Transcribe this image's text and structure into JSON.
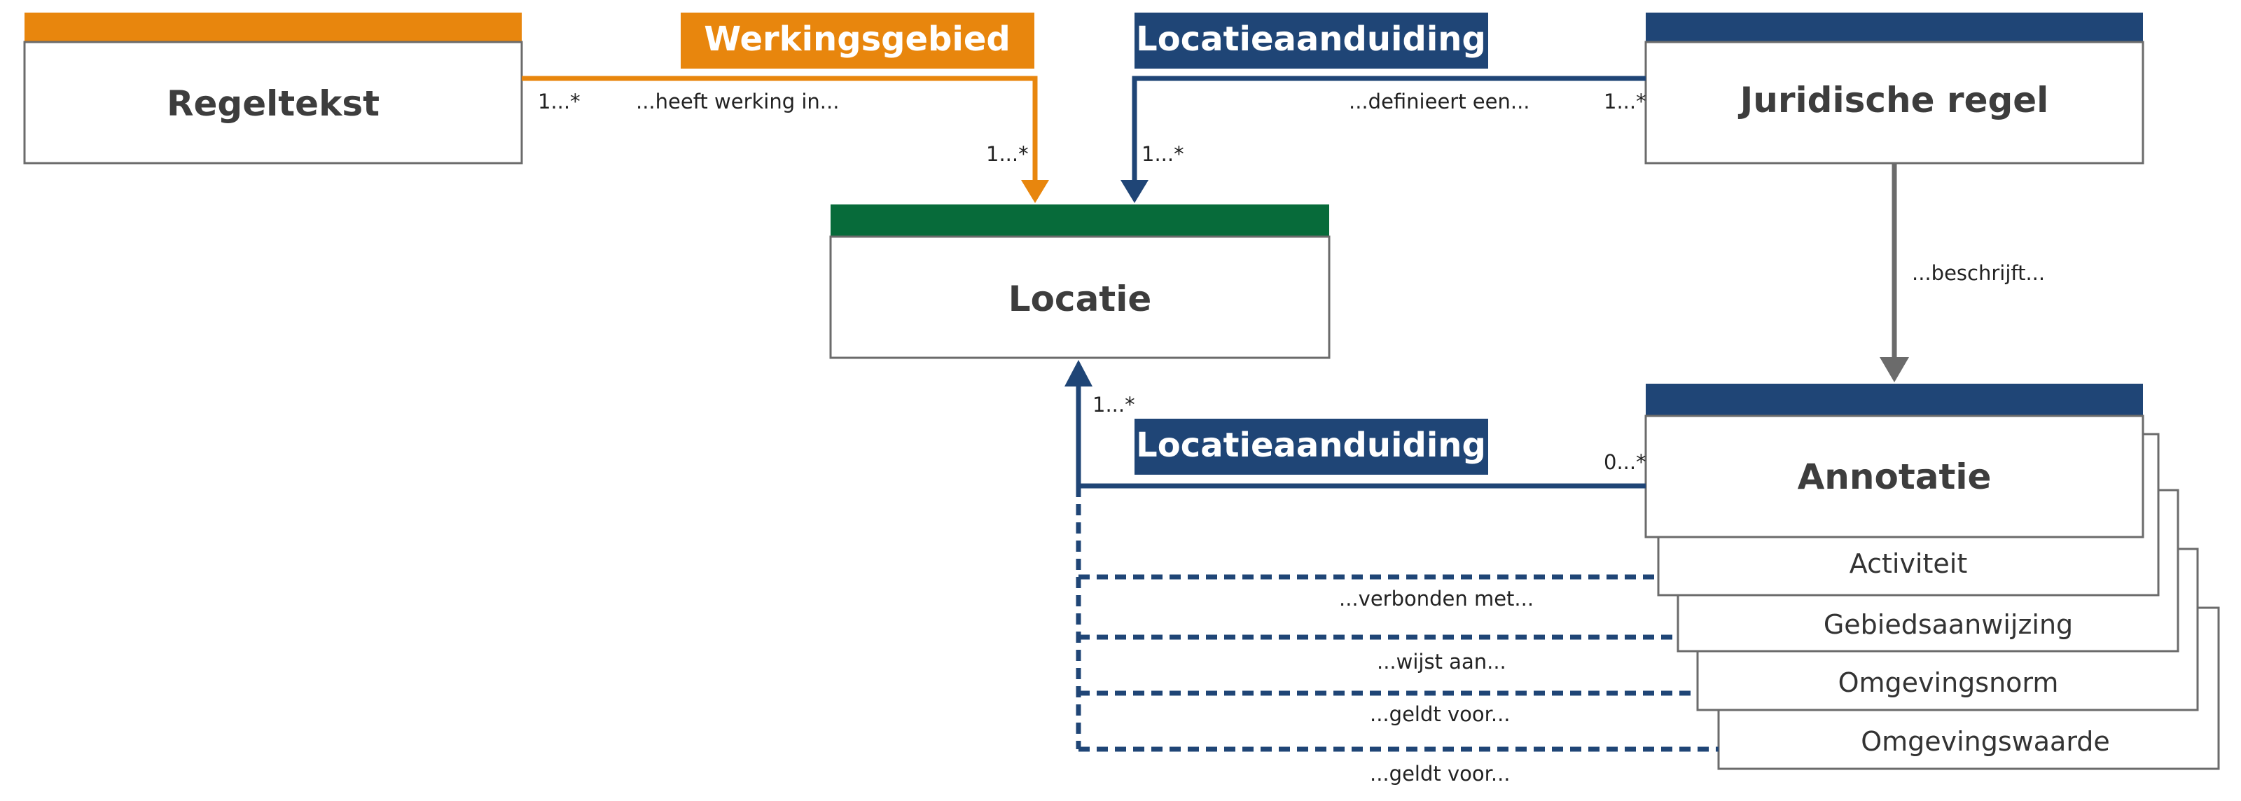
{
  "colors": {
    "orange": "#e8860d",
    "navy": "#1f4576",
    "green": "#076b3a",
    "gray_arrow": "#6b6b6b",
    "box_border": "#6b6b6b"
  },
  "boxes": {
    "regeltekst": "Regeltekst",
    "locatie": "Locatie",
    "juridische_regel": "Juridische regel",
    "annotatie": "Annotatie",
    "annotation_types": [
      "Activiteit",
      "Gebiedsaanwijzing",
      "Omgevingsnorm",
      "Omgevingswaarde"
    ]
  },
  "relations": {
    "werkingsgebied": {
      "label": "Werkingsgebied",
      "phrase": "...heeft werking in...",
      "mult_source": "1...*",
      "mult_target": "1...*"
    },
    "locatieaanduiding_top": {
      "label": "Locatieaanduiding",
      "phrase": "...definieert een...",
      "mult_source": "1...*",
      "mult_target": "1...*"
    },
    "beschrijft": {
      "phrase": "...beschrijft..."
    },
    "locatieaanduiding_bottom": {
      "label": "Locatieaanduiding",
      "mult_source": "0...*",
      "mult_target": "1...*"
    },
    "dashed_phrases": [
      "...verbonden met...",
      "...wijst aan...",
      "...geldt voor...",
      "...geldt voor..."
    ]
  }
}
